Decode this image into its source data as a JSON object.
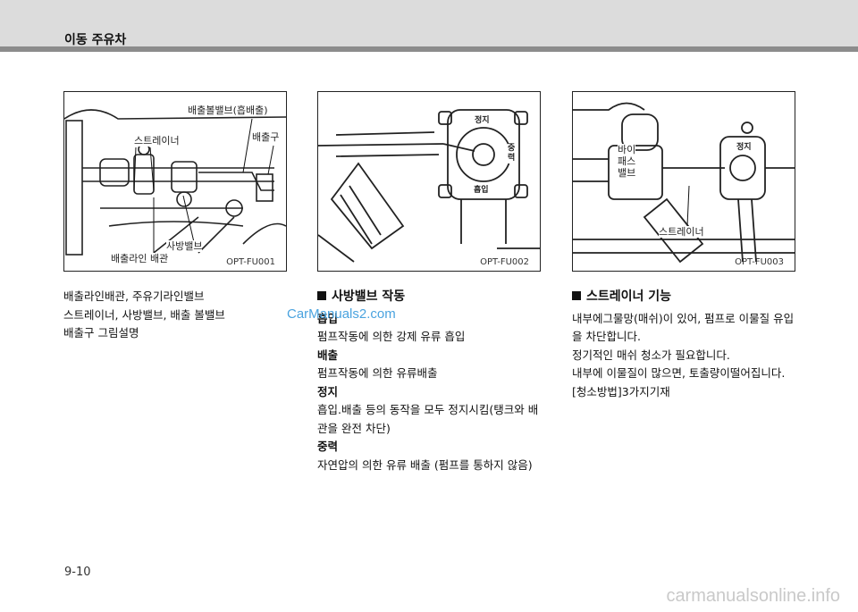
{
  "header": {
    "title": "이동 주유차"
  },
  "figures": [
    {
      "labels": {
        "outlet_ball_valve": "배출볼밸브(흡배출)",
        "strainer": "스트레이너",
        "outlet": "배출구",
        "four_way_valve": "사방밸브",
        "outlet_line": "배출라인 배관"
      },
      "code": "OPT-FU001"
    },
    {
      "labels": {
        "stop": "정지",
        "gravity": "중력",
        "suction": "흡입"
      },
      "code": "OPT-FU002"
    },
    {
      "labels": {
        "bypass": "바이\n패스\n밸브",
        "stop": "정지",
        "strainer": "스트레이너"
      },
      "code": "OPT-FU003"
    }
  ],
  "column1": {
    "lines": [
      "배출라인배관, 주유기라인밸브",
      "스트레이너, 사방밸브, 배출 볼밸브",
      "배출구 그림설명"
    ]
  },
  "column2": {
    "heading": "사방밸브 작동",
    "items": [
      {
        "term": "흡입",
        "desc": "펌프작동에 의한 강제 유류 흡입"
      },
      {
        "term": "배출",
        "desc": "펌프작동에 의한 유류배출"
      },
      {
        "term": "정지",
        "desc": "흡입.배출 등의 동작을 모두 정지시킴(탱크와 배관을 완전 차단)"
      },
      {
        "term": "중력",
        "desc": "자연압의 의한 유류 배출 (펌프를 통하지 않음)"
      }
    ]
  },
  "column3": {
    "heading": "스트레이너 기능",
    "lines": [
      "내부에그물망(매쉬)이 있어, 펌프로 이물질 유입을 차단합니다.",
      "정기적인 매쉬 청소가 필요합니다.",
      "내부에 이물질이 많으면, 토출량이떨어집니다.",
      "[청소방법]3가지기재"
    ]
  },
  "watermark": "CarManuals2.com",
  "page_number": "9-10",
  "footer": "carmanualsonline.info"
}
